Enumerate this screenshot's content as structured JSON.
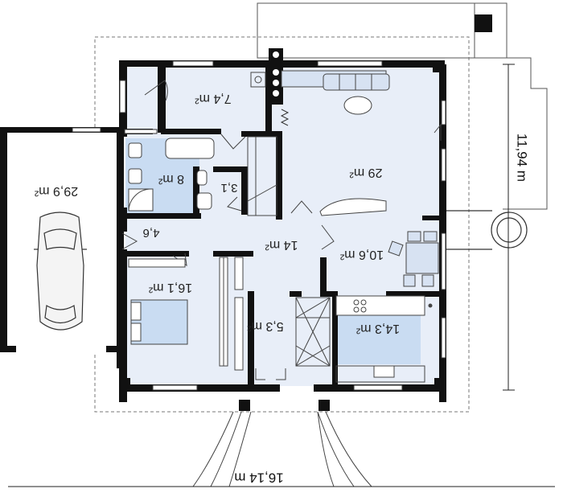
{
  "rooms": {
    "garage": "29,9 m²",
    "laundry": "7,4 m²",
    "bathroom": "8 m²",
    "wc": "3,1",
    "living": "29 m²",
    "hall_small": "4,6",
    "hall": "14 m²",
    "dining": "10,6 m²",
    "bedroom": "16,1 m²",
    "entrance": "5,3 m²",
    "kitchen": "14,3 m²"
  },
  "dimensions": {
    "width": "16,14 m",
    "depth": "11,94 m"
  },
  "colors": {
    "wall": "#111111",
    "room_fill": "#e8eef8",
    "room_fill_blue": "#c9dcf2",
    "line": "#444444",
    "dashed": "#666666"
  }
}
